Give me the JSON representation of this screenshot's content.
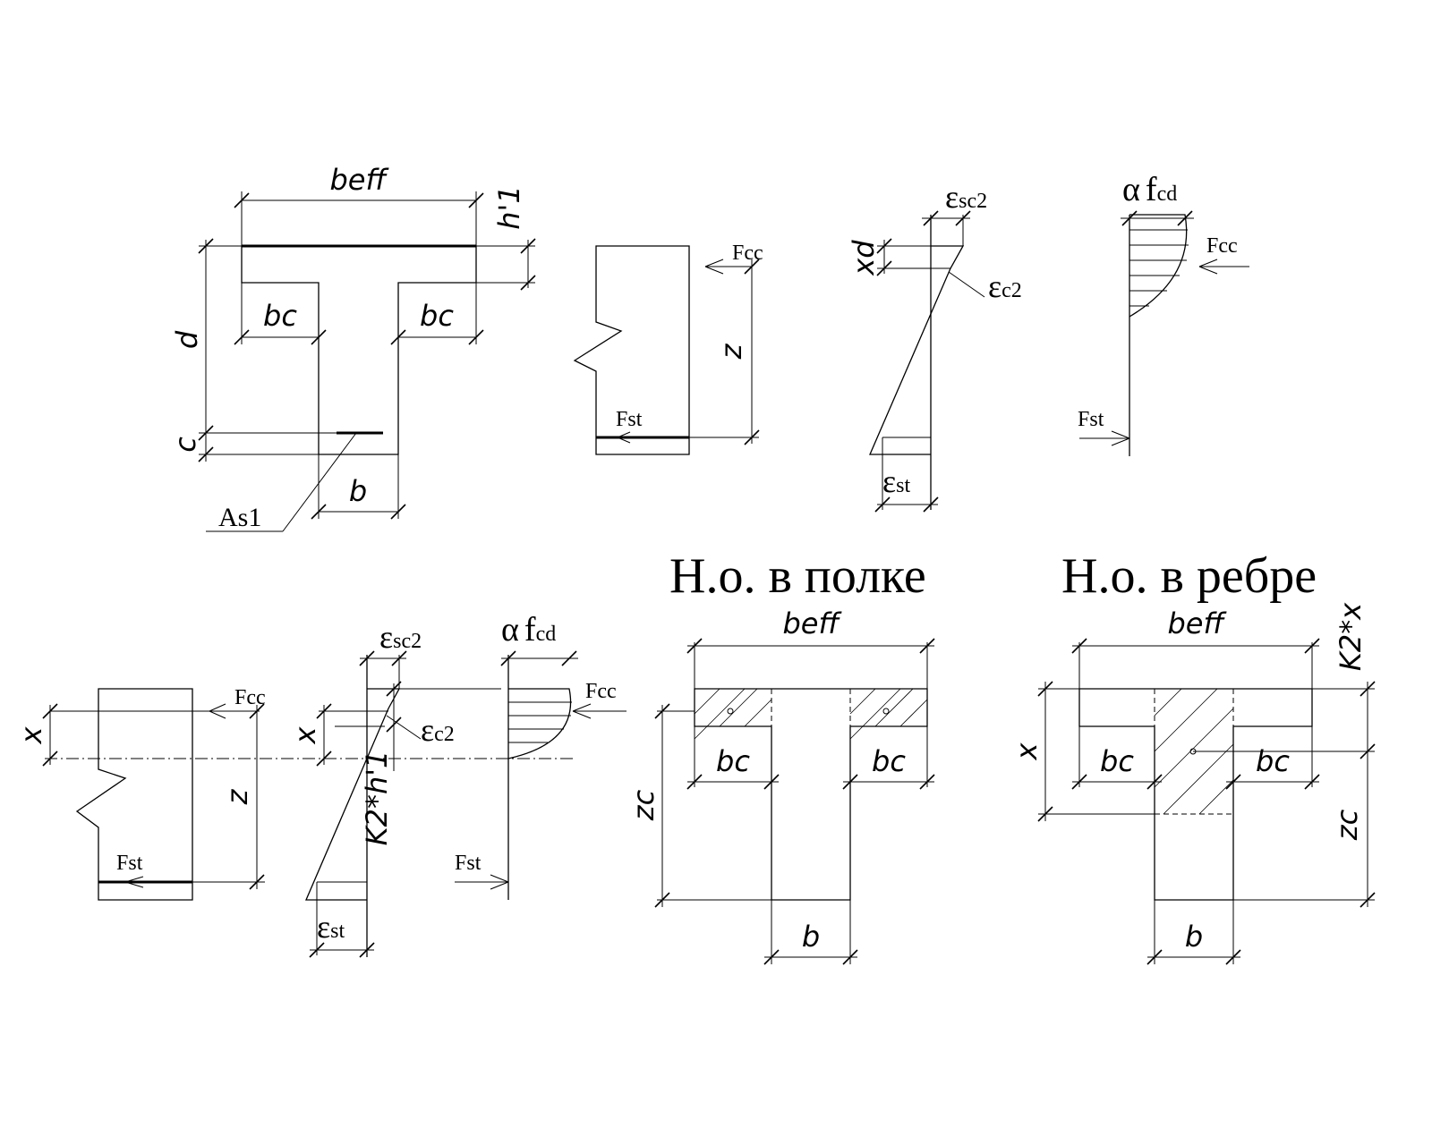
{
  "labels": {
    "beff": "beff",
    "h1": "h'1",
    "bc": "bc",
    "d": "d",
    "c": "c",
    "b": "b",
    "as1": "As1",
    "fcc": "Fcc",
    "fst": "Fst",
    "z": "z",
    "zc": "zc",
    "x": "x",
    "xd": "xd",
    "k2h1": "K2*h'1",
    "k2x": "K2*x",
    "eps": "ε",
    "alpha": "α",
    "f": "f",
    "sc2": "sc2",
    "c2": "c2",
    "st": "st",
    "cd": "cd"
  },
  "headings": {
    "flange": "Н.о. в полке",
    "rib": "Н.о. в ребре"
  }
}
